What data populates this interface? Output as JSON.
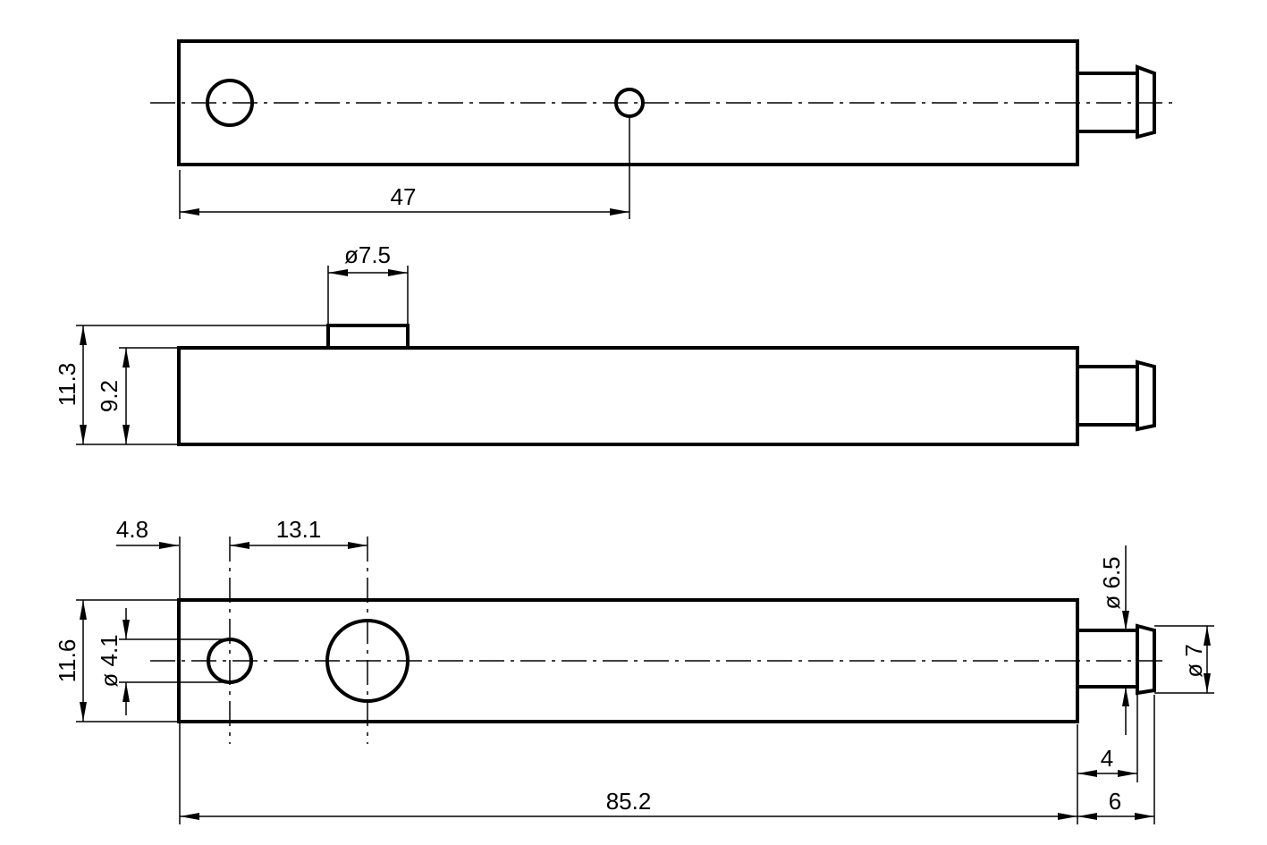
{
  "views": {
    "top": {
      "dim_hole_distance": "47"
    },
    "side": {
      "dim_cap_diameter": "ø7.5",
      "dim_total_height": "11.3",
      "dim_body_height": "9.2"
    },
    "bottom": {
      "dim_edge_to_hole": "4.8",
      "dim_hole_spacing": "13.1",
      "dim_body_width": "11.6",
      "dim_small_hole": "ø 4.1",
      "dim_tube_diameter": "ø 6.5",
      "dim_cap_diameter": "ø 7",
      "dim_tube_length": "4",
      "dim_connector_length": "6",
      "dim_body_length": "85.2"
    }
  }
}
